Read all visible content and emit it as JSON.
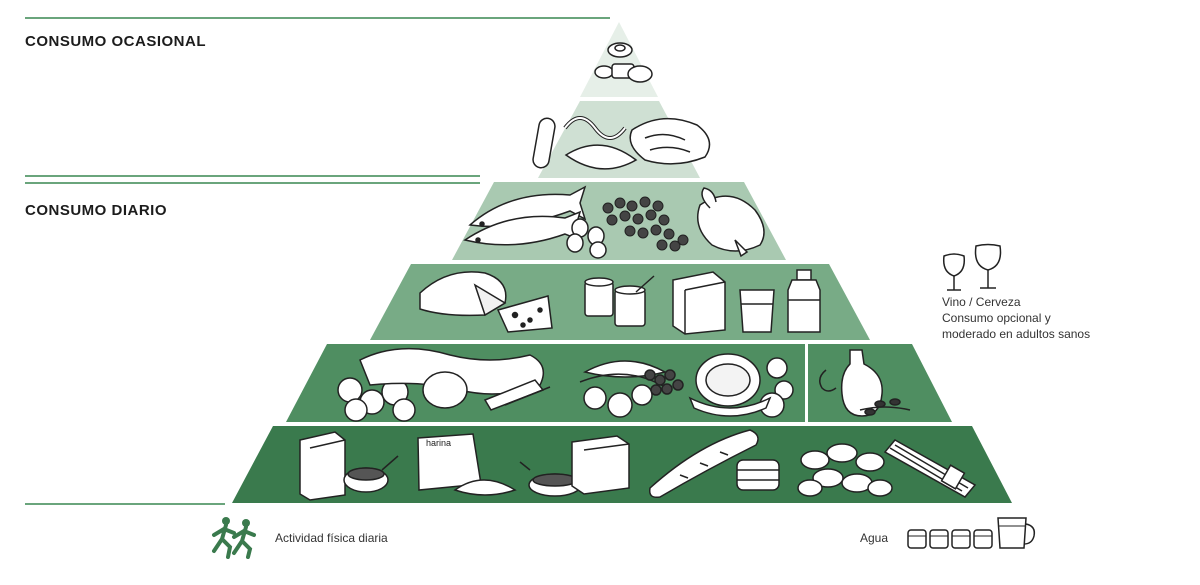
{
  "sections": {
    "occasional": "CONSUMO OCASIONAL",
    "daily": "CONSUMO DIARIO"
  },
  "side_note": {
    "line1": "Vino / Cerveza",
    "line2": "Consumo opcional y",
    "line3": "moderado en adultos sanos"
  },
  "footer": {
    "activity": "Actividad física diaria",
    "water": "Agua"
  },
  "item_labels": {
    "flour_bag": "harina"
  },
  "colors": {
    "tier1": "#e6efe8",
    "tier2": "#cfe0d3",
    "tier3": "#a9c9b1",
    "tier4": "#78ab86",
    "tier5": "#4f8e61",
    "tier6": "#3a7a4d",
    "rule": "#6aa57c"
  },
  "icons": {
    "tier1": [
      "sweets-icon"
    ],
    "tier2": [
      "sausage-icon",
      "red-meat-icon"
    ],
    "tier3": [
      "fish-icon",
      "eggs-icon",
      "legumes-icon",
      "chicken-icon"
    ],
    "tier4": [
      "cheese-icon",
      "yogurt-icon",
      "milk-carton-icon",
      "milk-glass-icon",
      "milk-bottle-icon"
    ],
    "tier5": [
      "vegetables-icon",
      "fruits-icon",
      "olive-oil-icon"
    ],
    "tier6": [
      "cereal-box-icon",
      "flour-bag-icon",
      "bread-icon",
      "rice-bowl-icon",
      "potatoes-icon",
      "pasta-icon"
    ],
    "side": [
      "wine-glasses-icon"
    ],
    "footer": [
      "runners-icon",
      "water-glasses-icon"
    ]
  }
}
